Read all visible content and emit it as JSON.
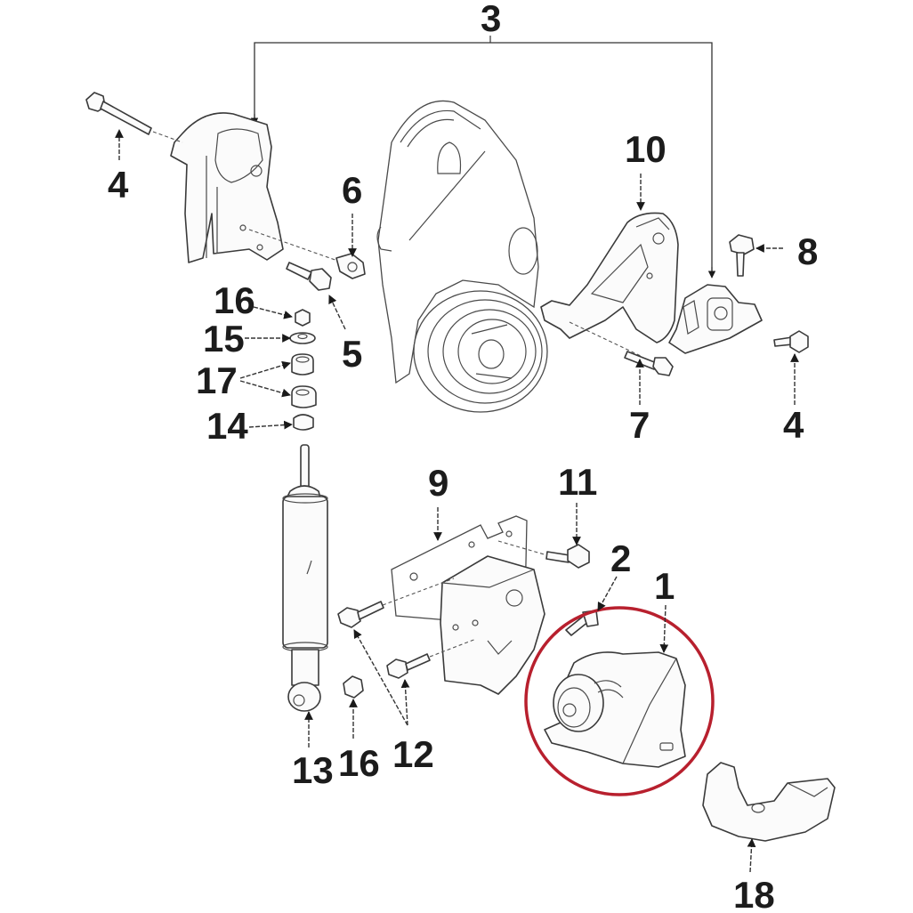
{
  "diagram": {
    "title": "Engine Mount Assembly - Exploded Parts Diagram",
    "highlight_color": "#b8202e",
    "highlighted_part": "1",
    "callouts": [
      {
        "id": "c1",
        "label": "1"
      },
      {
        "id": "c2",
        "label": "2"
      },
      {
        "id": "c3",
        "label": "3"
      },
      {
        "id": "c4a",
        "label": "4"
      },
      {
        "id": "c4b",
        "label": "4"
      },
      {
        "id": "c5",
        "label": "5"
      },
      {
        "id": "c6",
        "label": "6"
      },
      {
        "id": "c7",
        "label": "7"
      },
      {
        "id": "c8",
        "label": "8"
      },
      {
        "id": "c9",
        "label": "9"
      },
      {
        "id": "c10",
        "label": "10"
      },
      {
        "id": "c11",
        "label": "11"
      },
      {
        "id": "c12",
        "label": "12"
      },
      {
        "id": "c13",
        "label": "13"
      },
      {
        "id": "c14",
        "label": "14"
      },
      {
        "id": "c15",
        "label": "15"
      },
      {
        "id": "c16a",
        "label": "16"
      },
      {
        "id": "c16b",
        "label": "16"
      },
      {
        "id": "c17",
        "label": "17"
      },
      {
        "id": "c18",
        "label": "18"
      }
    ],
    "parts": [
      {
        "label": "1",
        "name": "engine-mount"
      },
      {
        "label": "2",
        "name": "stud-bolt"
      },
      {
        "label": "3",
        "name": "mount-assembly-group"
      },
      {
        "label": "4",
        "name": "bolt"
      },
      {
        "label": "5",
        "name": "bolt"
      },
      {
        "label": "6",
        "name": "nut"
      },
      {
        "label": "7",
        "name": "bolt"
      },
      {
        "label": "8",
        "name": "bolt"
      },
      {
        "label": "9",
        "name": "bracket-plate"
      },
      {
        "label": "10",
        "name": "mount-bracket"
      },
      {
        "label": "11",
        "name": "bolt"
      },
      {
        "label": "12",
        "name": "bolts"
      },
      {
        "label": "13",
        "name": "shock-absorber"
      },
      {
        "label": "14",
        "name": "nut"
      },
      {
        "label": "15",
        "name": "washer"
      },
      {
        "label": "16",
        "name": "nut"
      },
      {
        "label": "17",
        "name": "bushings"
      },
      {
        "label": "18",
        "name": "heat-shield"
      }
    ]
  }
}
